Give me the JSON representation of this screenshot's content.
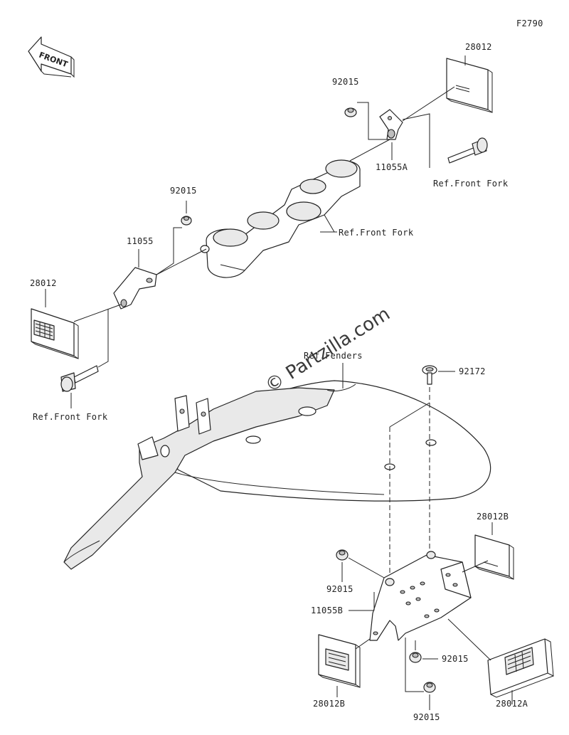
{
  "diagram": {
    "figure_id": "F2790",
    "front_label": "FRONT",
    "watermark": "© Partzilla.com",
    "callouts": {
      "p28012_top": "28012",
      "p92015_top": "92015",
      "p11055A": "11055A",
      "ref_ff_right": "Ref.Front Fork",
      "ref_ff_mid": "Ref.Front Fork",
      "p92015_mid": "92015",
      "p11055": "11055",
      "p28012_left": "28012",
      "ref_ff_left": "Ref.Front Fork",
      "ref_fenders": "Ref.Fenders",
      "p92172": "92172",
      "p28012B_right": "28012B",
      "p92015_low": "92015",
      "p11055B": "11055B",
      "p92015_lowright": "92015",
      "p28012B_left": "28012B",
      "p92015_bottom": "92015",
      "p28012A": "28012A"
    }
  }
}
